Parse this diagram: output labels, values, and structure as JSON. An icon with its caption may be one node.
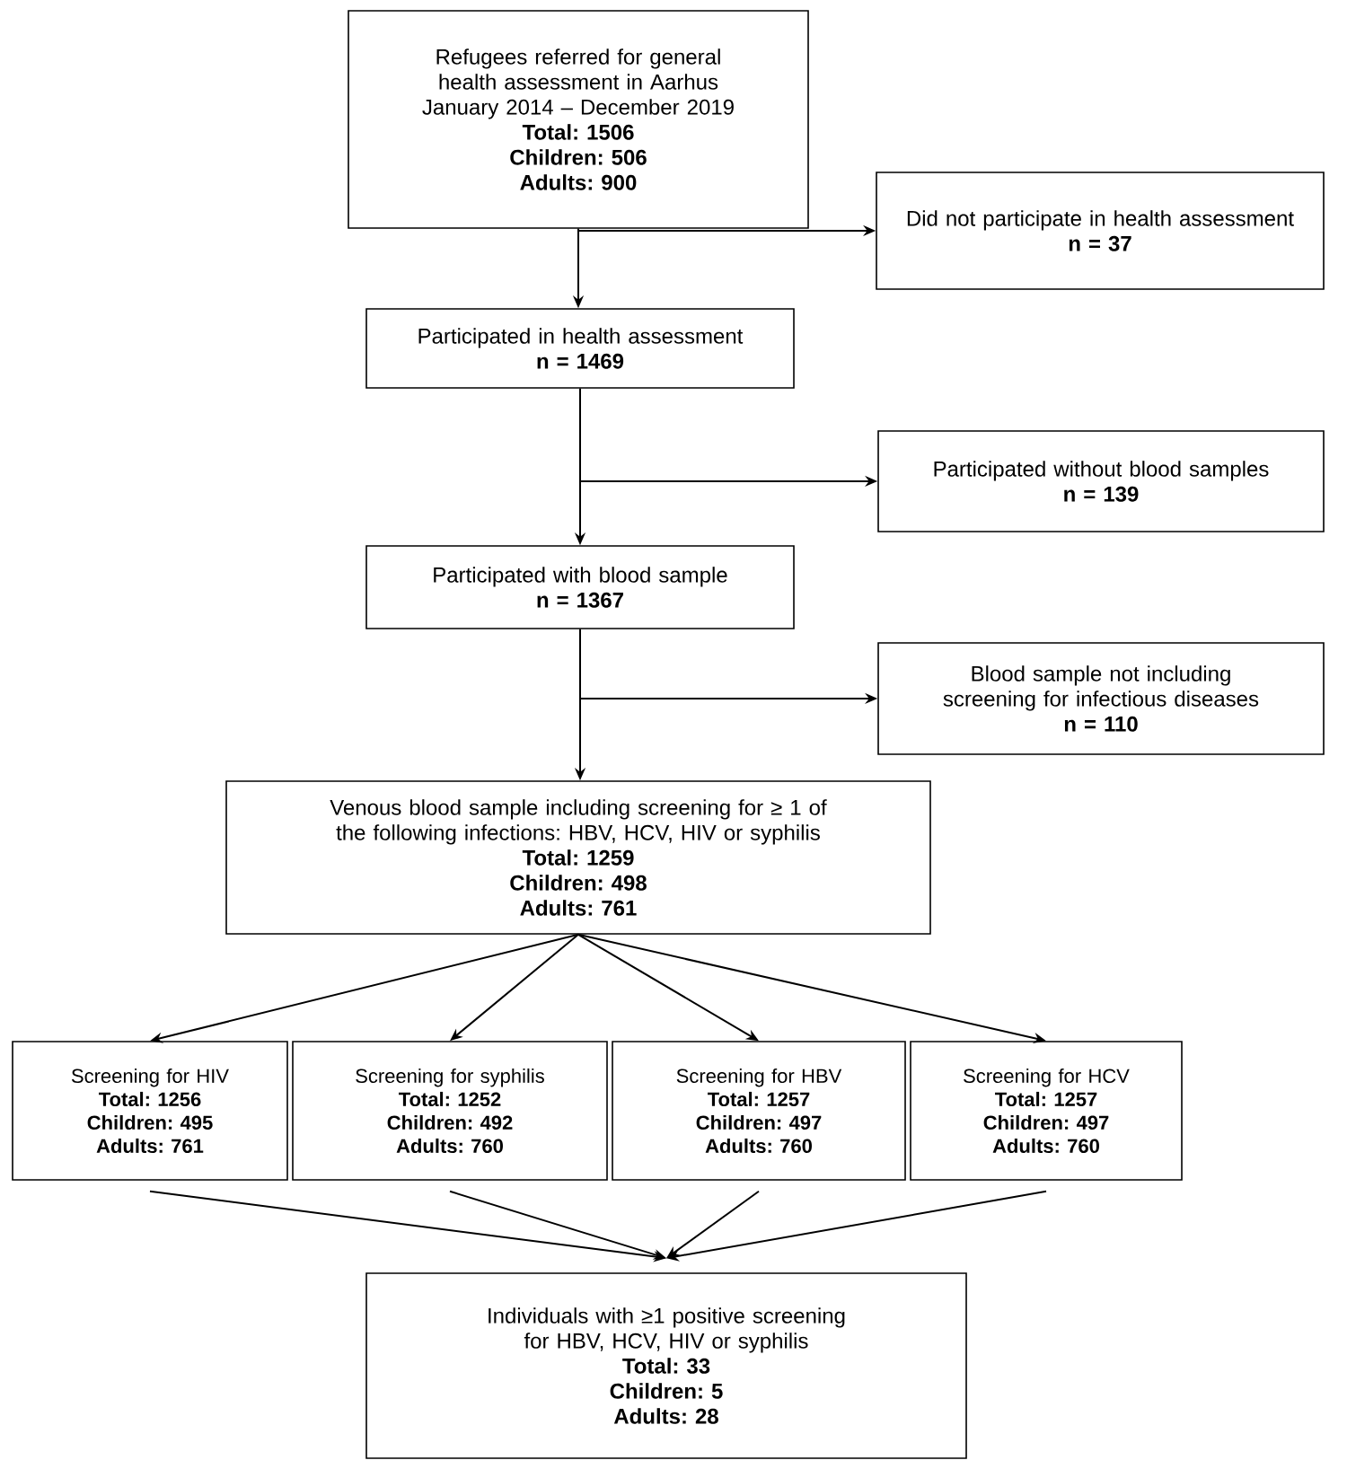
{
  "diagram": {
    "nodes": [
      {
        "text": [
          "Refugees referred for general health assessment in Aarhus",
          "January 2014 – December 2019",
          "Total: 1506",
          "Children: 506",
          "Adults: 900"
        ]
      },
      {
        "text": [
          "Did not participate in health assessment",
          "n = 37"
        ]
      },
      {
        "text": [
          "Participated in health assessment",
          "n = 1469"
        ]
      },
      {
        "text": [
          "Participated without blood samples",
          "n = 139"
        ]
      },
      {
        "text": [
          "Participated with blood sample",
          "n = 1367"
        ]
      },
      {
        "text": [
          "Blood sample not including screening for infectious diseases",
          "n = 110"
        ]
      },
      {
        "text": [
          "Venous blood sample including screening for ≥ 1 of the following infections: HBV, HCV, HIV or syphilis",
          "Total: 1259",
          "Children: 498",
          "Adults: 761"
        ]
      },
      {
        "text": [
          "Screening for HIV",
          "Total: 1256",
          "Children: 495",
          "Adults: 761"
        ]
      },
      {
        "text": [
          "Screening for syphilis",
          "Total: 1252",
          "Children: 492",
          "Adults: 760"
        ]
      },
      {
        "text": [
          "Screening for HBV",
          "Total: 1257",
          "Children: 497",
          "Adults: 760"
        ]
      },
      {
        "text": [
          "Screening for HCV",
          "Total: 1257",
          "Children: 497",
          "Adults: 760"
        ]
      },
      {
        "text": [
          "Individuals with ≥1 positive screening for HBV, HCV, HIV or syphilis",
          "Total: 33",
          "Children: 5",
          "Adults: 28"
        ]
      }
    ],
    "edges": [
      {
        "from": 0,
        "to": 2,
        "arrow": "to"
      },
      {
        "from": 0,
        "to": 1,
        "arrow": "to"
      },
      {
        "from": 2,
        "to": 4,
        "arrow": "to"
      },
      {
        "from": 2,
        "to": 3,
        "arrow": "to"
      },
      {
        "from": 4,
        "to": 6,
        "arrow": "to"
      },
      {
        "from": 4,
        "to": 5,
        "arrow": "to"
      },
      {
        "from": 6,
        "to": 7,
        "arrow": "to"
      },
      {
        "from": 6,
        "to": 8,
        "arrow": "to"
      },
      {
        "from": 6,
        "to": 9,
        "arrow": "to"
      },
      {
        "from": 6,
        "to": 10,
        "arrow": "to"
      },
      {
        "from": 7,
        "to": 11,
        "arrow": "to"
      },
      {
        "from": 8,
        "to": 11,
        "arrow": "to"
      },
      {
        "from": 9,
        "to": 11,
        "arrow": "to"
      },
      {
        "from": 10,
        "to": 11,
        "arrow": "to"
      }
    ]
  }
}
